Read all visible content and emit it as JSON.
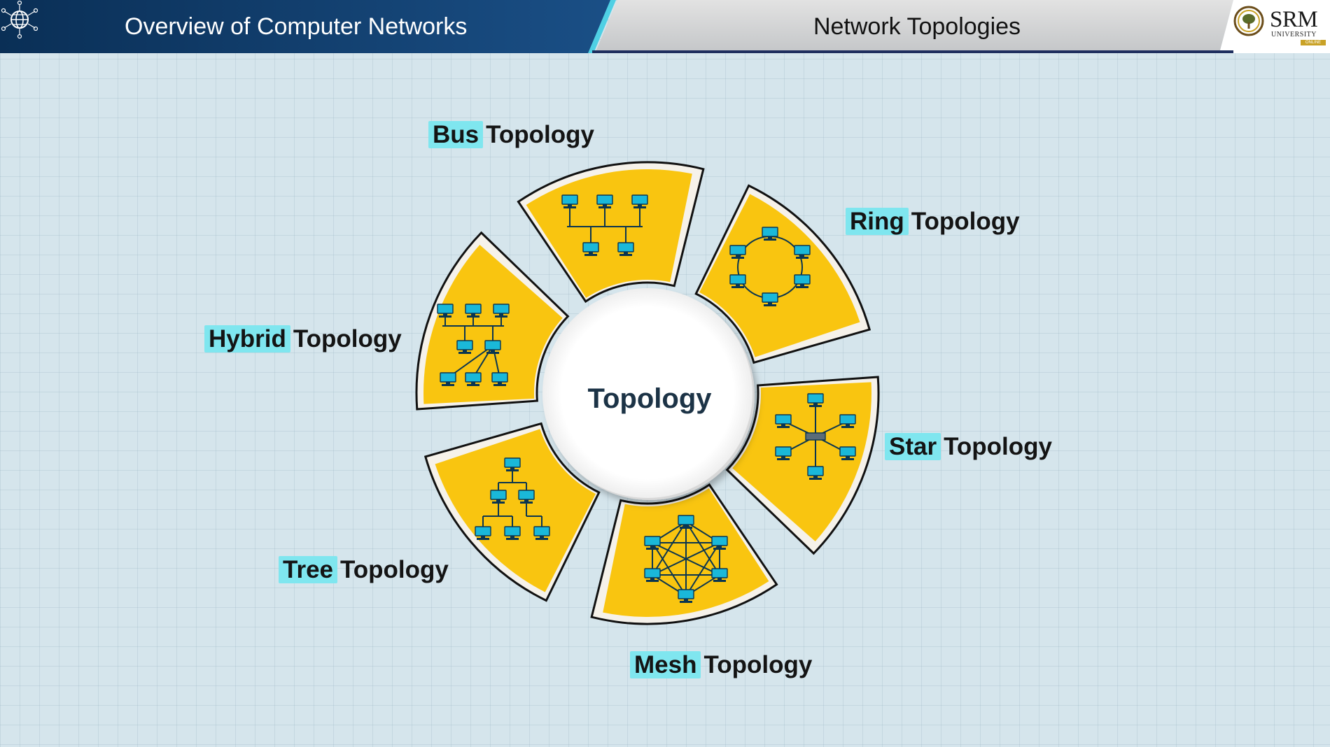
{
  "header": {
    "course_title": "Overview of Computer Networks",
    "section_title": "Network Topologies",
    "logo": {
      "name": "SRM",
      "subtitle": "UNIVERSITY",
      "tag": "ONLINE"
    },
    "icons": {
      "left": "globe-network-icon",
      "logo_emblem": "tree-emblem-icon"
    }
  },
  "diagram": {
    "center_label": "Topology",
    "colors": {
      "segment_fill": "#f9c510",
      "node": "#1ab8d9",
      "header_dark": "#0f3a66",
      "keyword_highlight": "#7fe6ef"
    },
    "topologies": [
      {
        "id": "bus",
        "keyword": "Bus",
        "suffix": "Topology"
      },
      {
        "id": "ring",
        "keyword": "Ring",
        "suffix": "Topology"
      },
      {
        "id": "star",
        "keyword": "Star",
        "suffix": "Topology"
      },
      {
        "id": "mesh",
        "keyword": "Mesh",
        "suffix": "Topology"
      },
      {
        "id": "tree",
        "keyword": "Tree",
        "suffix": "Topology"
      },
      {
        "id": "hybrid",
        "keyword": "Hybrid",
        "suffix": "Topology"
      }
    ]
  }
}
